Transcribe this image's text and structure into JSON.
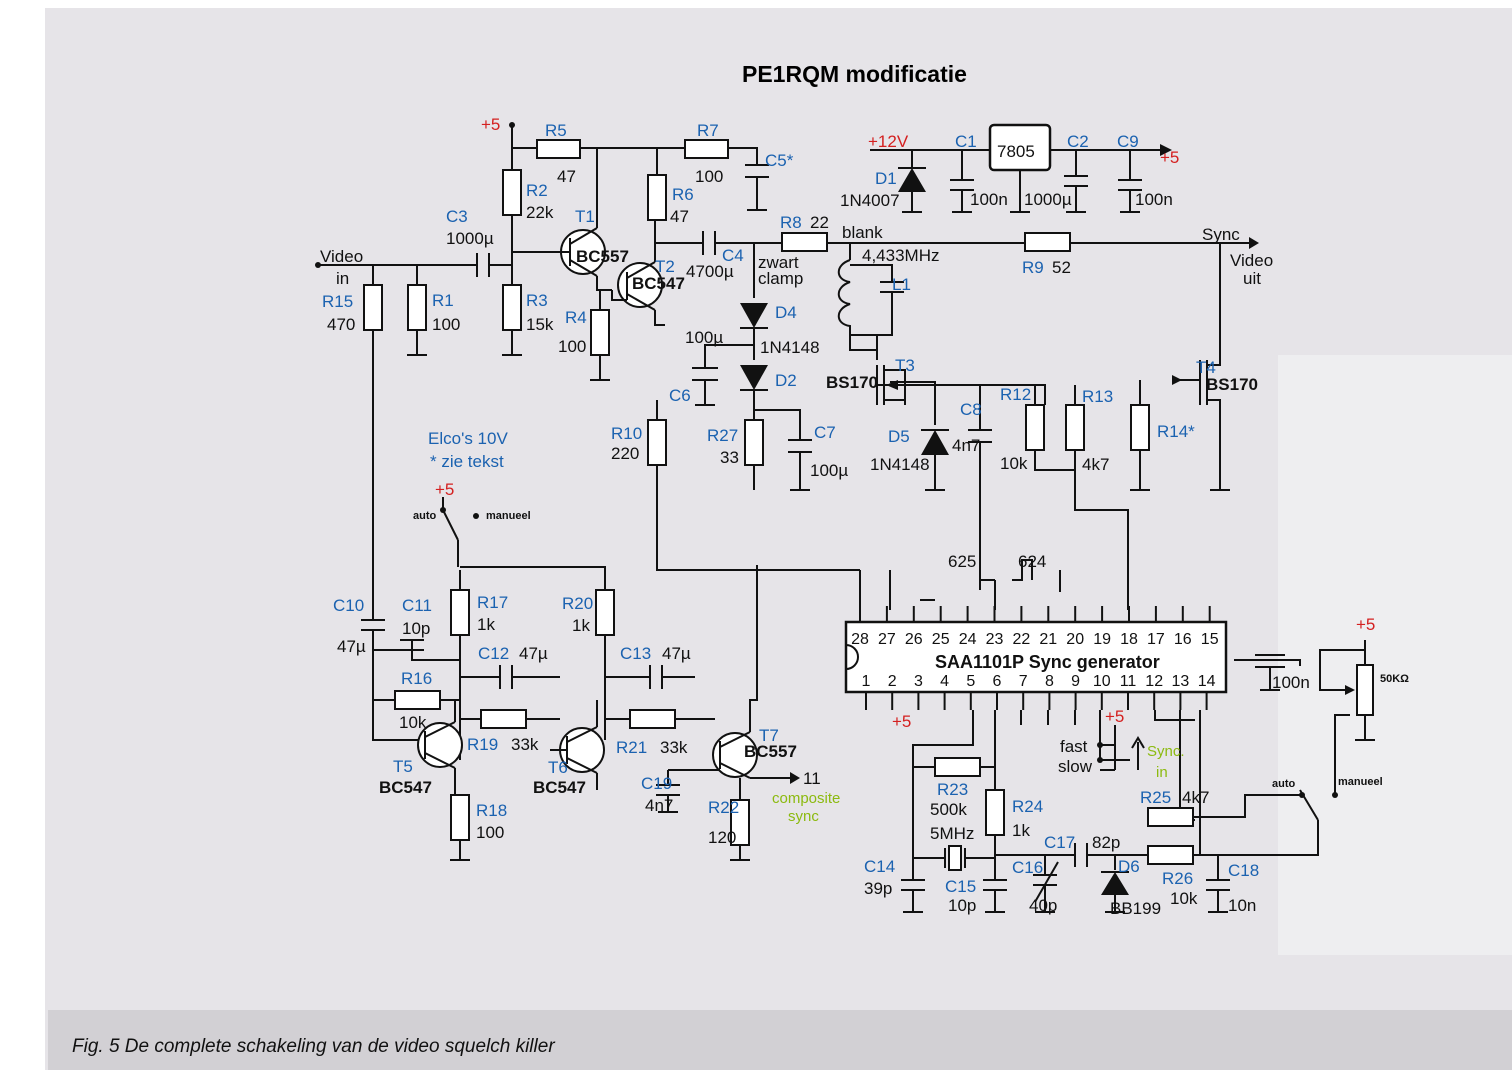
{
  "title": "PE1RQM modificatie",
  "caption": "Fig. 5  De complete schakeling van de video squelch killer",
  "colors": {
    "paper": "#e6e4e8",
    "label_blue": "#1b62b0",
    "supply_red": "#d42020",
    "note_green": "#8cba10"
  },
  "labels": {
    "video_in": [
      "Video",
      "in"
    ],
    "video_out": [
      "Video",
      "uit"
    ],
    "sync": "Sync",
    "blank": "blank",
    "crystal_freq": "4,433MHz",
    "zwart_clamp": [
      "zwart",
      "clamp"
    ],
    "elco_note": [
      "Elco's 10V",
      "* zie tekst"
    ],
    "sync_in": [
      "Sync.",
      "in"
    ],
    "fast": "fast",
    "slow": "slow",
    "composite_sync": [
      "composite",
      "sync"
    ],
    "out_pin": "11",
    "auto": "auto",
    "manueel": "manueel",
    "pot_value": "50KΩ",
    "count_625": "625",
    "count_624": "624",
    "plus5": "+5",
    "plus12": "+12V"
  },
  "components": [
    {
      "ref": "R1",
      "value": "100"
    },
    {
      "ref": "R2",
      "value": "22k"
    },
    {
      "ref": "R3",
      "value": "15k"
    },
    {
      "ref": "R4",
      "value": "100"
    },
    {
      "ref": "R5",
      "value": "47"
    },
    {
      "ref": "R6",
      "value": "47"
    },
    {
      "ref": "R7",
      "value": "100"
    },
    {
      "ref": "R8",
      "value": "22"
    },
    {
      "ref": "R9",
      "value": "52"
    },
    {
      "ref": "R10",
      "value": "220"
    },
    {
      "ref": "R12",
      "value": "10k"
    },
    {
      "ref": "R13",
      "value": "4k7"
    },
    {
      "ref": "R14*",
      "value": ""
    },
    {
      "ref": "R15",
      "value": "470"
    },
    {
      "ref": "R16",
      "value": "10k"
    },
    {
      "ref": "R17",
      "value": "1k"
    },
    {
      "ref": "R18",
      "value": "100"
    },
    {
      "ref": "R19",
      "value": "33k"
    },
    {
      "ref": "R20",
      "value": "1k"
    },
    {
      "ref": "R21",
      "value": "33k"
    },
    {
      "ref": "R22",
      "value": "120"
    },
    {
      "ref": "R23",
      "value": "500k"
    },
    {
      "ref": "R24",
      "value": "1k"
    },
    {
      "ref": "R25",
      "value": "4k7"
    },
    {
      "ref": "R26",
      "value": "10k"
    },
    {
      "ref": "R27",
      "value": "33"
    },
    {
      "ref": "C1",
      "value": "100n"
    },
    {
      "ref": "C2",
      "value": "1000µ"
    },
    {
      "ref": "C3",
      "value": "1000µ"
    },
    {
      "ref": "C4",
      "value": "4700µ"
    },
    {
      "ref": "C5*",
      "value": ""
    },
    {
      "ref": "C6",
      "value": "100µ"
    },
    {
      "ref": "C7",
      "value": "100µ"
    },
    {
      "ref": "C8",
      "value": "4n7"
    },
    {
      "ref": "C9",
      "value": "100n"
    },
    {
      "ref": "C10",
      "value": "47µ"
    },
    {
      "ref": "C11",
      "value": "10p"
    },
    {
      "ref": "C12",
      "value": "47µ"
    },
    {
      "ref": "C13",
      "value": "47µ"
    },
    {
      "ref": "C14",
      "value": "39p"
    },
    {
      "ref": "C15",
      "value": "10p"
    },
    {
      "ref": "C16",
      "value": "40p"
    },
    {
      "ref": "C17",
      "value": "82p"
    },
    {
      "ref": "C18",
      "value": "10n"
    },
    {
      "ref": "C19",
      "value": "4n7"
    },
    {
      "ref": "C_ic",
      "value": "100n"
    },
    {
      "ref": "D1",
      "value": "1N4007"
    },
    {
      "ref": "D2",
      "value": "1N4148"
    },
    {
      "ref": "D4",
      "value": ""
    },
    {
      "ref": "D5",
      "value": "1N4148"
    },
    {
      "ref": "D6",
      "value": "BB199"
    },
    {
      "ref": "T1",
      "value": "BC557"
    },
    {
      "ref": "T2",
      "value": "BC547"
    },
    {
      "ref": "T3",
      "value": "BS170"
    },
    {
      "ref": "T4",
      "value": "BS170"
    },
    {
      "ref": "T5",
      "value": "BC547"
    },
    {
      "ref": "T6",
      "value": "BC547"
    },
    {
      "ref": "T7",
      "value": "BC557"
    },
    {
      "ref": "L1",
      "value": ""
    },
    {
      "ref": "X1",
      "value": "5MHz"
    },
    {
      "ref": "U1",
      "value": "7805"
    }
  ],
  "ic": {
    "name": "SAA1101P Sync generator",
    "pins_top": [
      "28",
      "27",
      "26",
      "25",
      "24",
      "23",
      "22",
      "21",
      "20",
      "19",
      "18",
      "17",
      "16",
      "15"
    ],
    "pins_bottom": [
      "1",
      "2",
      "3",
      "4",
      "5",
      "6",
      "7",
      "8",
      "9",
      "10",
      "11",
      "12",
      "13",
      "14"
    ]
  }
}
